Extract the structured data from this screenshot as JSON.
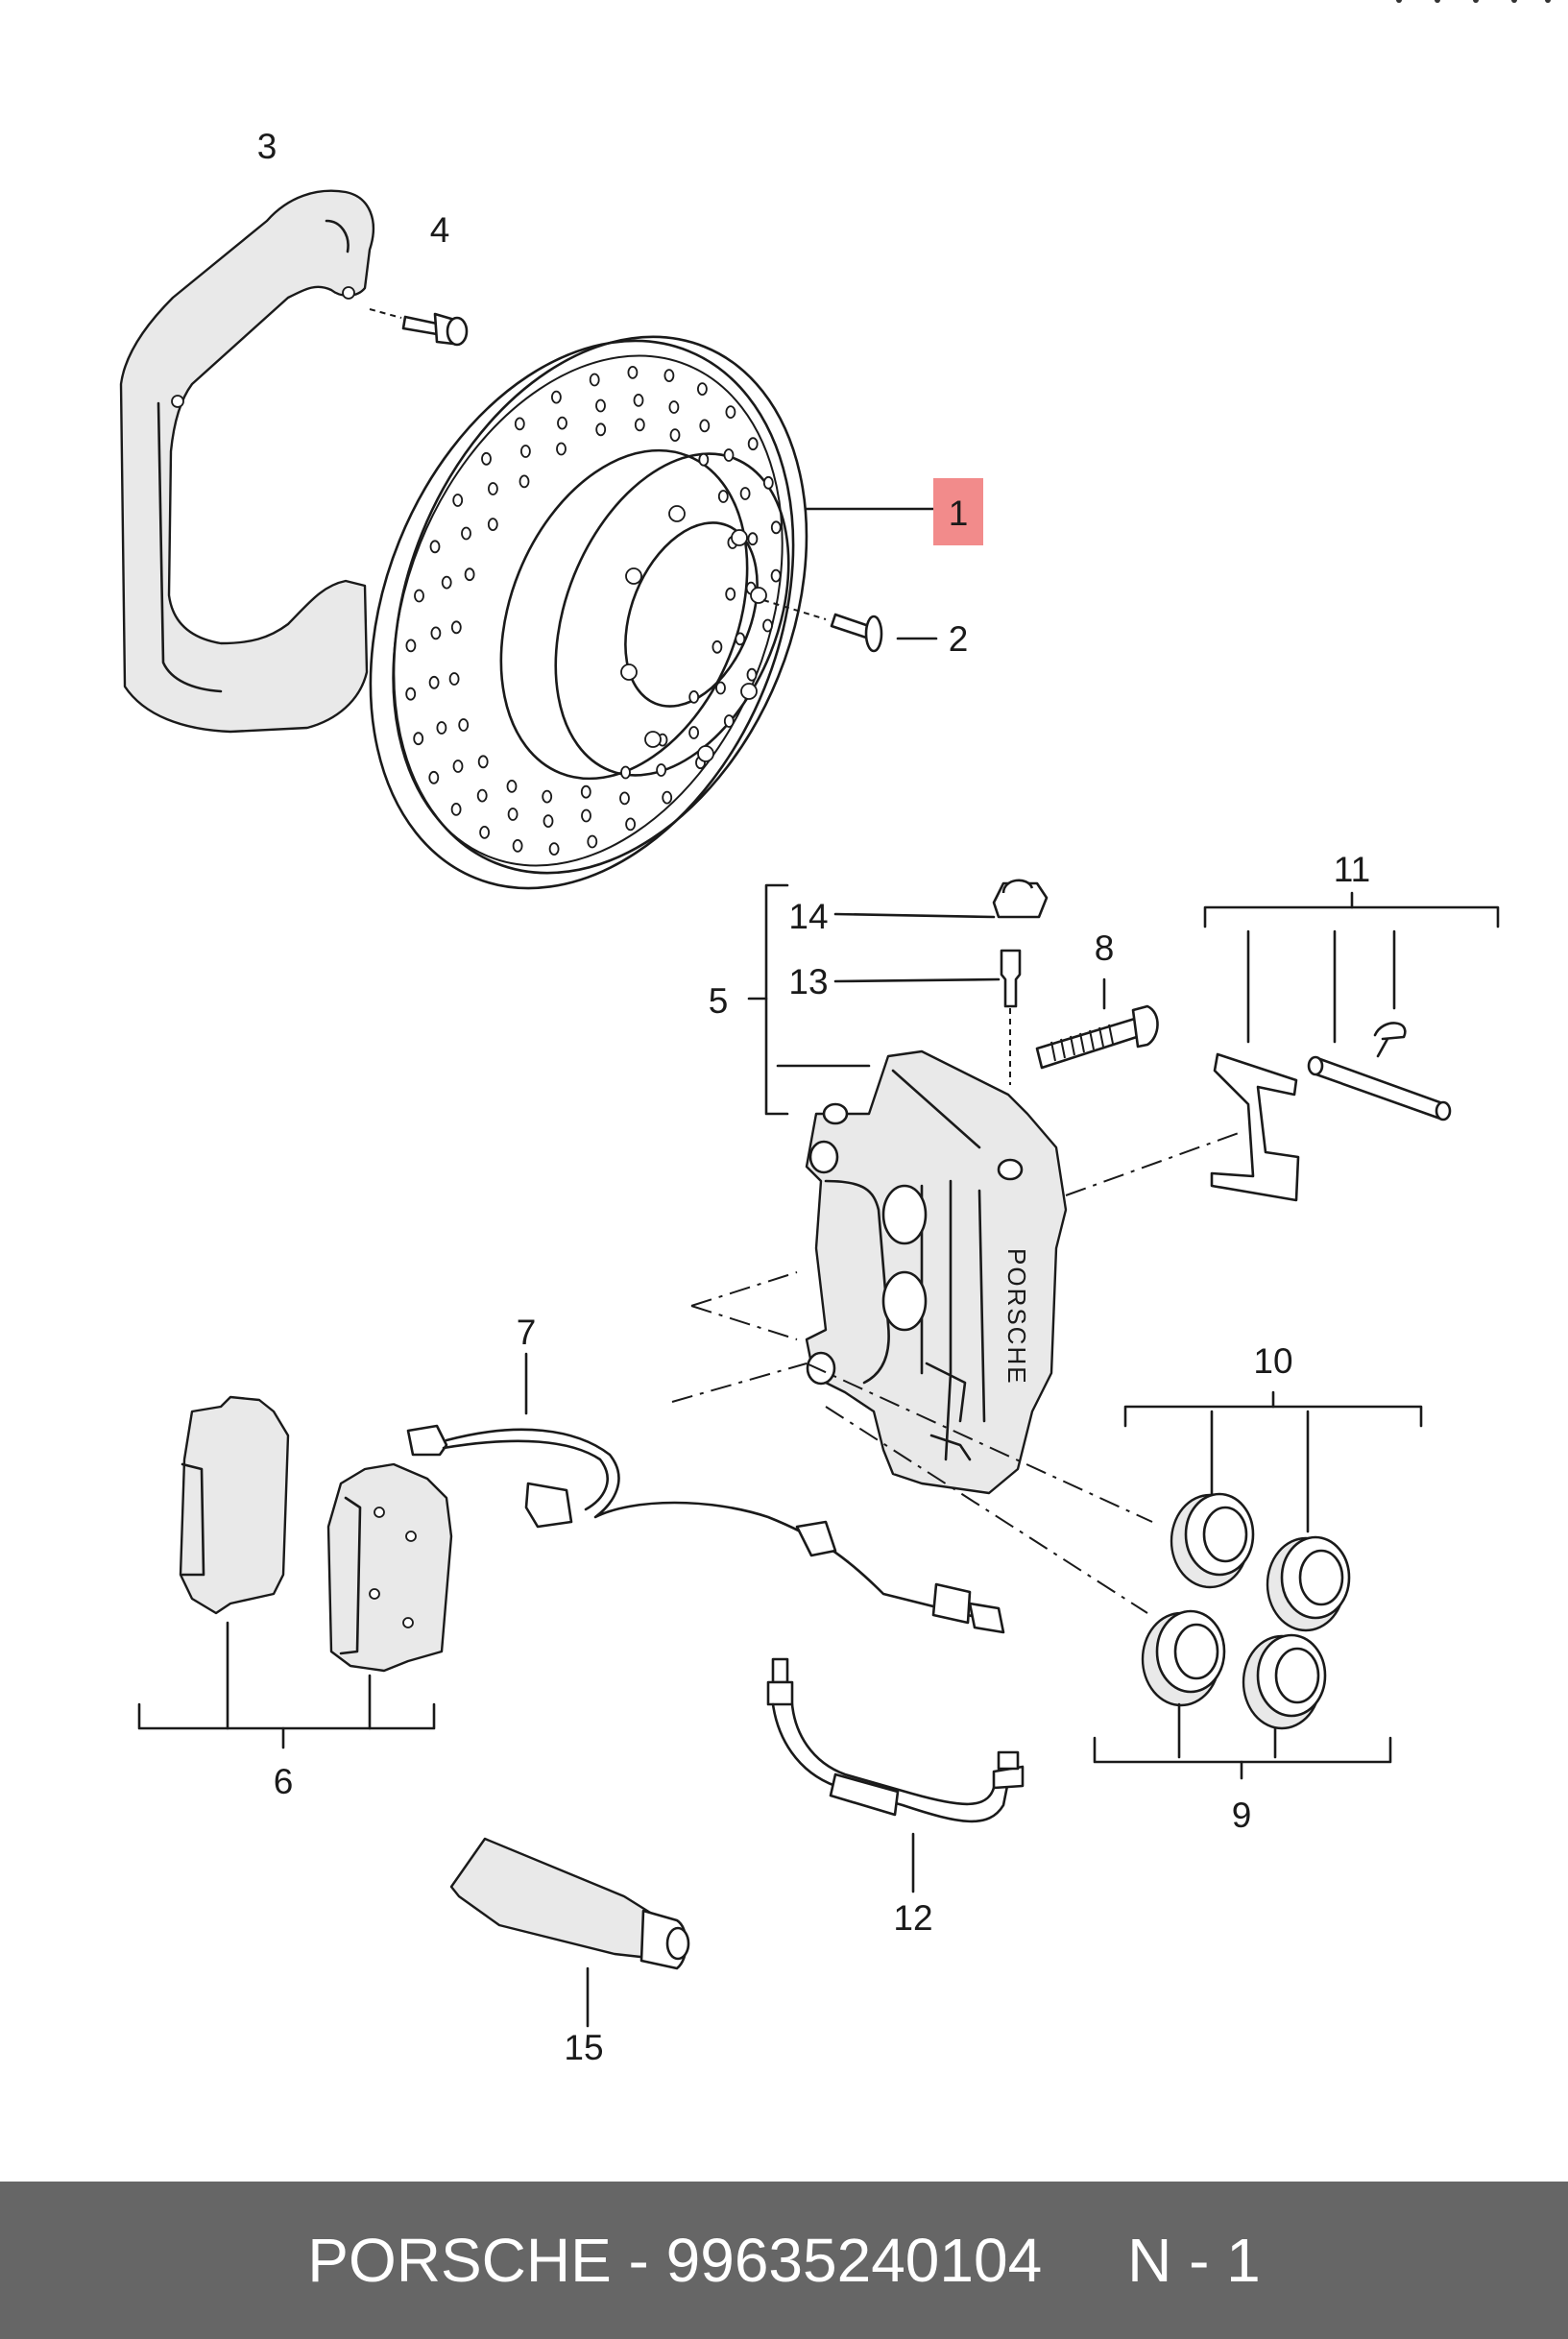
{
  "diagram": {
    "callouts": [
      "1",
      "2",
      "3",
      "4",
      "5",
      "6",
      "7",
      "8",
      "9",
      "10",
      "11",
      "12",
      "13",
      "14",
      "15"
    ],
    "caliper_stamp": "PORSCHE",
    "highlighted_callout": "1",
    "highlight_color": "#f28b8b"
  },
  "footer": {
    "brand": "PORSCHE",
    "separator": " - ",
    "part_number": "99635240104",
    "position_label": "N - 1",
    "background_color": "#666666"
  }
}
